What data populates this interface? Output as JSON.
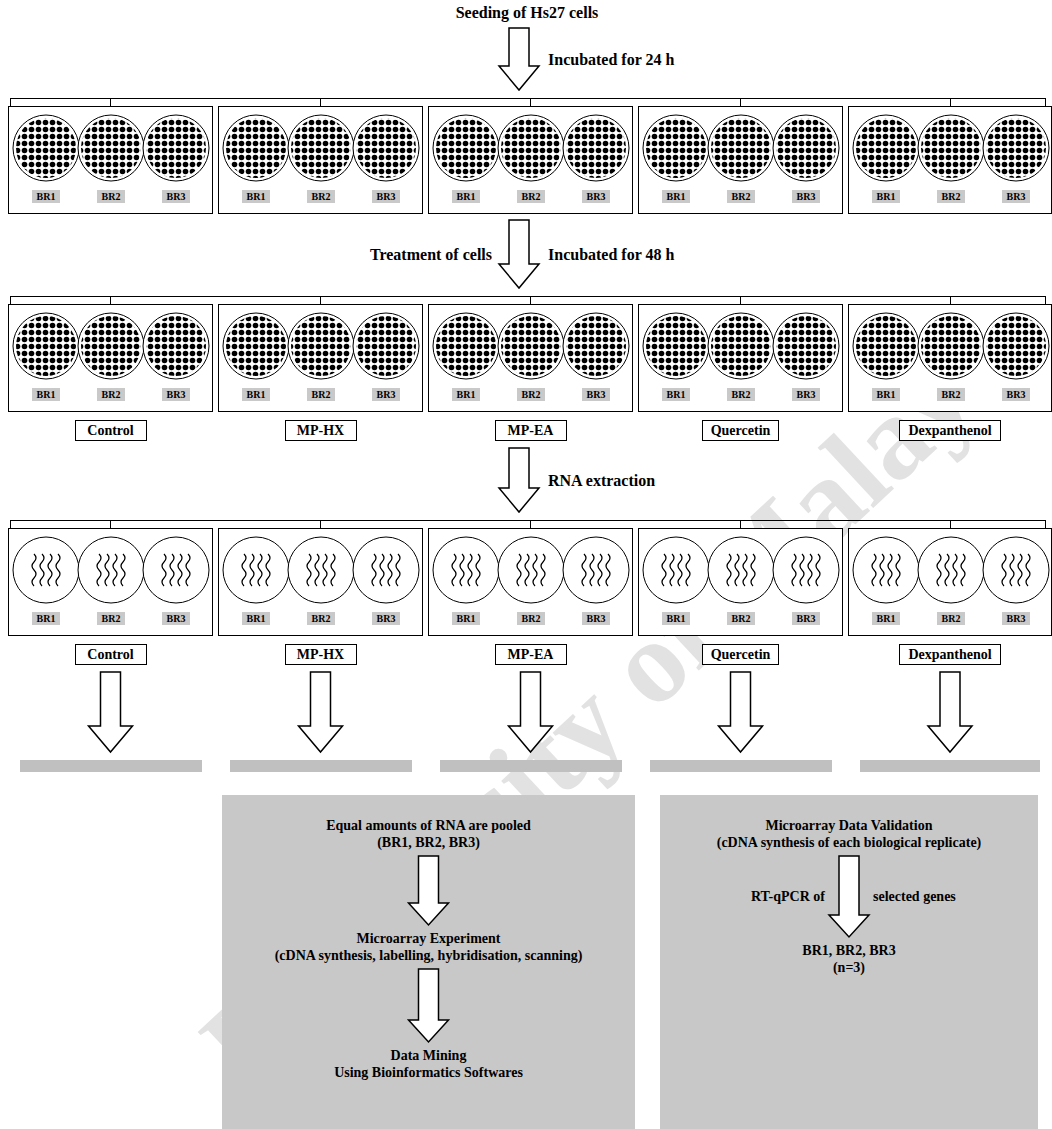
{
  "diagram": {
    "nodes": [
      {
        "text": [
          "Control"
        ]
      },
      {
        "text": [
          "MP-HX"
        ]
      },
      {
        "text": [
          "MP-EA"
        ]
      },
      {
        "text": [
          "Quercetin"
        ]
      },
      {
        "text": [
          "Dexpanthenol"
        ]
      },
      {
        "text": [
          "Control"
        ]
      },
      {
        "text": [
          "MP-HX"
        ]
      },
      {
        "text": [
          "MP-EA"
        ]
      },
      {
        "text": [
          "Quercetin"
        ]
      },
      {
        "text": [
          "Dexpanthenol"
        ]
      },
      {
        "text": [
          "Equal amounts of RNA are pooled",
          "(BR1, BR2, BR3)"
        ]
      },
      {
        "text": [
          "Microarray Experiment",
          "(cDNA synthesis, labelling, hybridisation, scanning)"
        ]
      },
      {
        "text": [
          "Data Mining",
          "Using Bioinformatics Softwares"
        ]
      },
      {
        "text": [
          "Microarray Data Validation",
          "(cDNA synthesis of each biological replicate)"
        ]
      },
      {
        "text": [
          "BR1, BR2, BR3",
          "(n=3)"
        ]
      }
    ],
    "edges": [
      {
        "from": 10,
        "to": 11,
        "arrow": "to"
      },
      {
        "from": 11,
        "to": 12,
        "arrow": "to"
      },
      {
        "from": 13,
        "to": 14,
        "arrow": "to"
      }
    ],
    "labels": [
      "Seeding of Hs27 cells",
      "Incubated for 24 h",
      "BR1",
      "BR2",
      "BR3",
      "BR1",
      "BR2",
      "BR3",
      "BR1",
      "BR2",
      "BR3",
      "BR1",
      "BR2",
      "BR3",
      "BR1",
      "BR2",
      "BR3",
      "Treatment of cells",
      "Incubated for 48 h",
      "BR1",
      "BR2",
      "BR3",
      "BR1",
      "BR2",
      "BR3",
      "BR1",
      "BR2",
      "BR3",
      "BR1",
      "BR2",
      "BR3",
      "BR1",
      "BR2",
      "BR3",
      "RNA extraction",
      "BR1",
      "BR2",
      "BR3",
      "BR1",
      "BR2",
      "BR3",
      "BR1",
      "BR2",
      "BR3",
      "BR1",
      "BR2",
      "BR3",
      "BR1",
      "BR2",
      "BR3",
      "RT-qPCR of",
      "selected genes",
      "University of Malaya"
    ]
  }
}
